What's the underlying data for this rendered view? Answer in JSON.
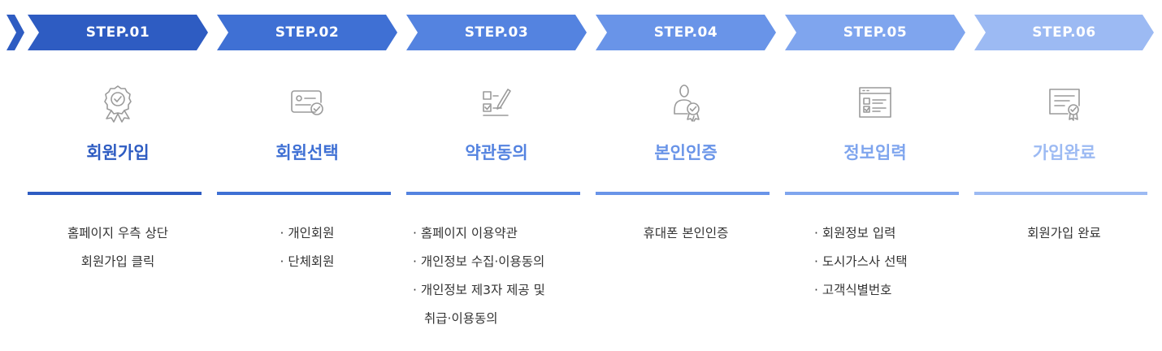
{
  "colors": {
    "accent": "#2e5cc2",
    "step_colors": [
      "#2e5cc2",
      "#3f70d4",
      "#5483e0",
      "#6994e8",
      "#7fa5ee",
      "#9cbaf3"
    ],
    "text": "#333333",
    "icon_stroke": "#9a9a9a"
  },
  "lead_chevron": {
    "icon": "double-chevron-right-icon"
  },
  "steps": [
    {
      "label": "STEP.01",
      "title": "회원가입",
      "icon": "award-ribbon-icon",
      "lines": [
        "홈페이지 우측 상단",
        "회원가입 클릭"
      ]
    },
    {
      "label": "STEP.02",
      "title": "회원선택",
      "icon": "id-card-check-icon",
      "lines": [
        "· 개인회원",
        "· 단체회원"
      ]
    },
    {
      "label": "STEP.03",
      "title": "약관동의",
      "icon": "checklist-pen-icon",
      "lines": [
        "· 홈페이지 이용약관",
        "· 개인정보 수집·이용동의",
        "· 개인정보 제3자 제공 및",
        "취급·이용동의"
      ]
    },
    {
      "label": "STEP.04",
      "title": "본인인증",
      "icon": "user-verify-icon",
      "lines": [
        "휴대폰 본인인증"
      ]
    },
    {
      "label": "STEP.05",
      "title": "정보입력",
      "icon": "form-window-icon",
      "lines": [
        "· 회원정보 입력",
        "· 도시가스사 선택",
        "· 고객식별번호"
      ]
    },
    {
      "label": "STEP.06",
      "title": "가입완료",
      "icon": "certificate-icon",
      "lines": [
        "회원가입 완료"
      ]
    }
  ]
}
